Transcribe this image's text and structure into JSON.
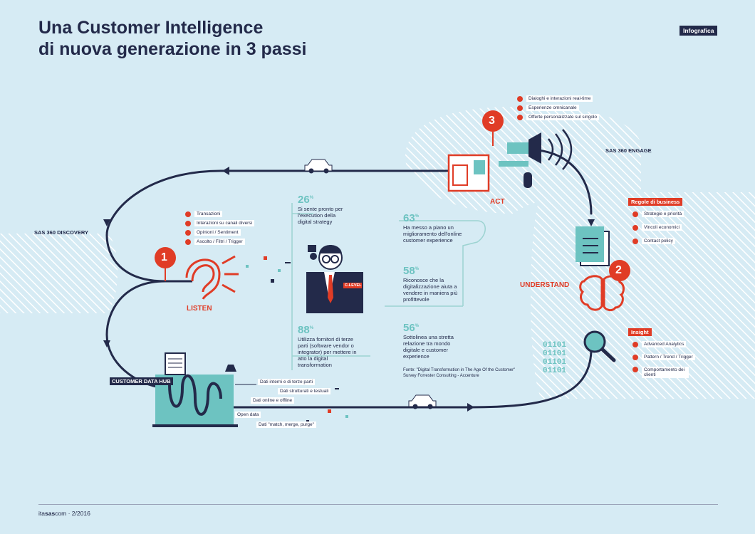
{
  "title": {
    "line1": "Una Customer Intelligence",
    "line2": "di nuova generazione in 3 passi"
  },
  "badge": "Infografica",
  "steps": {
    "listen": {
      "number": "1",
      "label": "LISTEN",
      "platform": "SAS 360 DISCOVERY",
      "items": [
        "Transazioni",
        "Interazioni su canali diversi",
        "Opinioni / Sentiment",
        "Ascolto / Filtri / Trigger"
      ]
    },
    "understand": {
      "number": "2",
      "label": "UNDERSTAND",
      "rules_header": "Regole di business",
      "rules": [
        "Strategie e priorità",
        "Vincoli economici",
        "Contact policy"
      ],
      "insight_header": "Insight",
      "insight": [
        "Advanced Analytics",
        "Pattern / Trend / Trigger",
        "Comportamento dei clienti"
      ]
    },
    "act": {
      "number": "3",
      "label": "ACT",
      "platform": "SAS 360 ENGAGE",
      "items": [
        "Dialoghi e interazioni real-time",
        "Esperienze omnicanale",
        "Offerte personalizzate sul singolo"
      ]
    }
  },
  "stats": [
    {
      "pct": "26",
      "sym": "%",
      "text": "Si sente pronto per l'execution della digital strategy"
    },
    {
      "pct": "63",
      "sym": "%",
      "text": "Ha messo a piano un miglioramento dell'online customer experience"
    },
    {
      "pct": "58",
      "sym": "%",
      "text": "Riconosce che la digitalizzazione aiuta a vendere in maniera più profittevole"
    },
    {
      "pct": "88",
      "sym": "%",
      "text": "Utilizza fornitori di terze parti (software vendor o integrator) per mettere in atto la digital transformation"
    },
    {
      "pct": "56",
      "sym": "%",
      "text": "Sottolinea una stretta relazione tra mondo digitale e customer experience"
    }
  ],
  "c_level": "C-LEVEL",
  "source": "Fonte: \"Digital Transformation in The Age Of the Customer\" Survey Forrester Consulting - Accenture",
  "hub": {
    "label": "CUSTOMER DATA HUB",
    "tags": [
      "Dati interni e di terze parti",
      "Dati strutturati e testuali",
      "Dati online e offline",
      "Open data",
      "Dati \"match, merge, purge\""
    ]
  },
  "binary": [
    "01101",
    "01101",
    "01101",
    "01101"
  ],
  "footer": {
    "brand_pre": "ita",
    "brand_bold": "sas",
    "brand_post": "com",
    "date": "2/2016"
  },
  "colors": {
    "bg": "#d6ebf4",
    "navy": "#232a4a",
    "red": "#e03c26",
    "teal": "#6dc3c1"
  }
}
